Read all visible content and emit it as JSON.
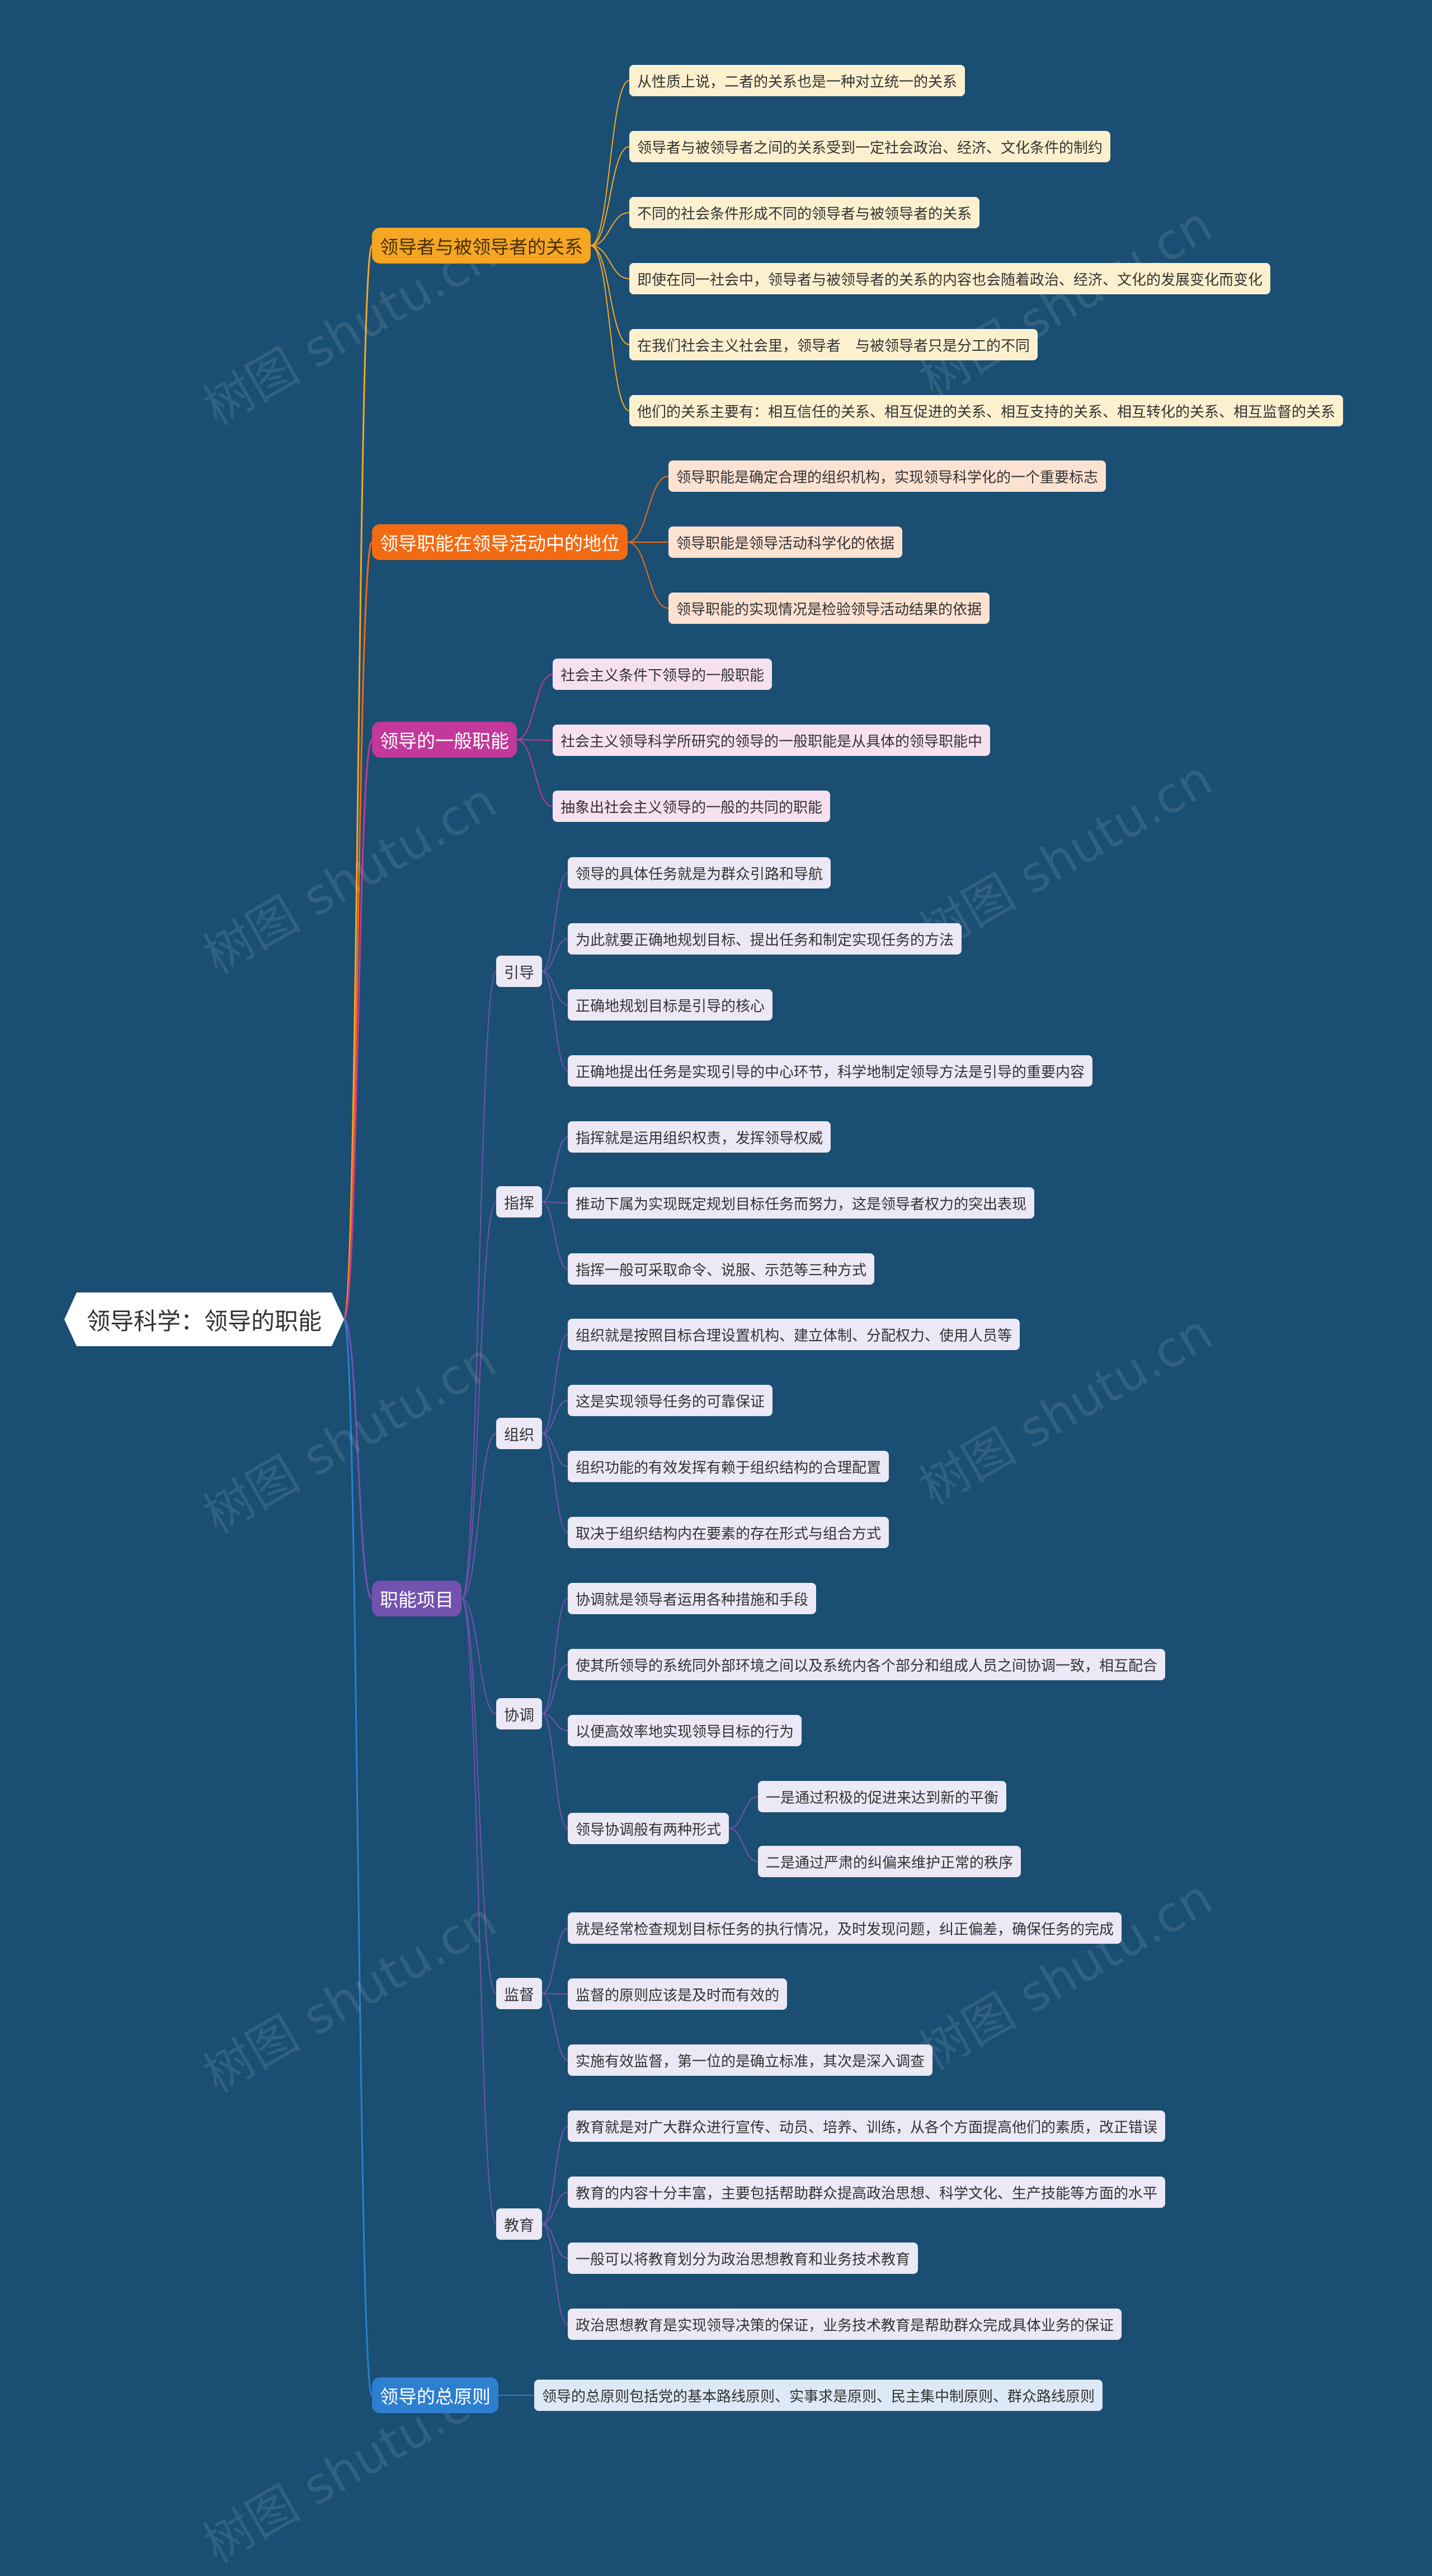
{
  "root": {
    "label": "领导科学：领导的职能"
  },
  "watermark": {
    "text": "树图 shutu.cn"
  },
  "colors": {
    "background": "#1a4e72",
    "b1": "#f5a623",
    "b1_leaf": "#fdf0cf",
    "b2": "#f26a12",
    "b2_leaf": "#fde2d2",
    "b3": "#c2389b",
    "b3_leaf": "#f7e1f0",
    "b4": "#7352b0",
    "b4_leaf": "#ece8f5",
    "b5": "#2d7fd0",
    "b5_leaf": "#dde9f7"
  },
  "branch1": {
    "label": "领导者与被领导者的关系",
    "leaves": [
      "从性质上说，二者的关系也是一种对立统一的关系",
      "领导者与被领导者之间的关系受到一定社会政治、经济、文化条件的制约",
      "不同的社会条件形成不同的领导者与被领导者的关系",
      "即使在同一社会中，领导者与被领导者的关系的内容也会随着政治、经济、文化的发展变化而变化",
      "在我们社会主义社会里，领导者　与被领导者只是分工的不同",
      "他们的关系主要有：相互信任的关系、相互促进的关系、相互支持的关系、相互转化的关系、相互监督的关系"
    ]
  },
  "branch2": {
    "label": "领导职能在领导活动中的地位",
    "leaves": [
      "领导职能是确定合理的组织机构，实现领导科学化的一个重要标志",
      "领导职能是领导活动科学化的依据",
      "领导职能的实现情况是检验领导活动结果的依据"
    ]
  },
  "branch3": {
    "label": "领导的一般职能",
    "leaves": [
      "社会主义条件下领导的一般职能",
      "社会主义领导科学所研究的领导的一般职能是从具体的领导职能中",
      "抽象出社会主义领导的一般的共同的职能"
    ]
  },
  "branch4": {
    "label": "职能项目",
    "subs": [
      {
        "label": "引导",
        "leaves": [
          "领导的具体任务就是为群众引路和导航",
          "为此就要正确地规划目标、提出任务和制定实现任务的方法",
          "正确地规划目标是引导的核心",
          "正确地提出任务是实现引导的中心环节，科学地制定领导方法是引导的重要内容"
        ]
      },
      {
        "label": "指挥",
        "leaves": [
          "指挥就是运用组织权责，发挥领导权威",
          "推动下属为实现既定规划目标任务而努力，这是领导者权力的突出表现",
          "指挥一般可采取命令、说服、示范等三种方式"
        ]
      },
      {
        "label": "组织",
        "leaves": [
          "组织就是按照目标合理设置机构、建立体制、分配权力、使用人员等",
          "这是实现领导任务的可靠保证",
          "组织功能的有效发挥有赖于组织结构的合理配置",
          "取决于组织结构内在要素的存在形式与组合方式"
        ]
      },
      {
        "label": "协调",
        "leaves": [
          "协调就是领导者运用各种措施和手段",
          "使其所领导的系统同外部环境之间以及系统内各个部分和组成人员之间协调一致，相互配合",
          "以便高效率地实现领导目标的行为",
          "领导协调般有两种形式"
        ],
        "forms": [
          "一是通过积极的促进来达到新的平衡",
          "二是通过严肃的纠偏来维护正常的秩序"
        ]
      },
      {
        "label": "监督",
        "leaves": [
          "就是经常检查规划目标任务的执行情况，及时发现问题，纠正偏差，确保任务的完成",
          "监督的原则应该是及时而有效的",
          "实施有效监督，第一位的是确立标准，其次是深入调查"
        ]
      },
      {
        "label": "教育",
        "leaves": [
          "教育就是对广大群众进行宣传、动员、培养、训练，从各个方面提高他们的素质，改正错误",
          "教育的内容十分丰富，主要包括帮助群众提高政治思想、科学文化、生产技能等方面的水平",
          "一般可以将教育划分为政治思想教育和业务技术教育",
          "政治思想教育是实现领导决策的保证，业务技术教育是帮助群众完成具体业务的保证"
        ]
      }
    ]
  },
  "branch5": {
    "label": "领导的总原则",
    "leaves": [
      "领导的总原则包括党的基本路线原则、实事求是原则、民主集中制原则、群众路线原则"
    ]
  }
}
